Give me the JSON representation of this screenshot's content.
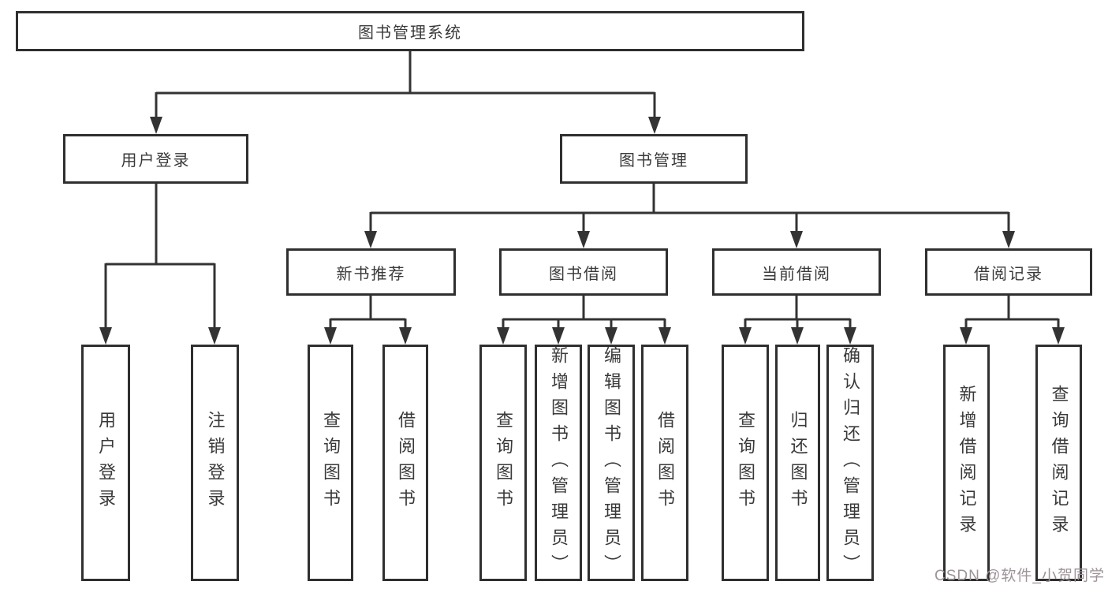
{
  "diagram_type": "hierarchy-tree",
  "tree": {
    "label": "图书管理系统",
    "children": [
      {
        "label": "用户登录",
        "children": [
          {
            "label": "用户登录"
          },
          {
            "label": "注销登录"
          }
        ]
      },
      {
        "label": "图书管理",
        "children": [
          {
            "label": "新书推荐",
            "children": [
              {
                "label": "查询图书"
              },
              {
                "label": "借阅图书"
              }
            ]
          },
          {
            "label": "图书借阅",
            "children": [
              {
                "label": "查询图书"
              },
              {
                "label": "新增图书（管理员）"
              },
              {
                "label": "编辑图书（管理员）"
              },
              {
                "label": "借阅图书"
              }
            ]
          },
          {
            "label": "当前借阅",
            "children": [
              {
                "label": "查询图书"
              },
              {
                "label": "归还图书"
              },
              {
                "label": "确认归还（管理员）"
              }
            ]
          },
          {
            "label": "借阅记录",
            "children": [
              {
                "label": "新增借阅记录"
              },
              {
                "label": "查询借阅记录"
              }
            ]
          }
        ]
      }
    ]
  },
  "watermark": {
    "text": "CSDN @软件_小贺同学"
  },
  "colors": {
    "line": "#333333",
    "border": "#2f2f2f",
    "text": "#3a3a3a",
    "watermark": "#9d9399",
    "background": "#ffffff"
  }
}
